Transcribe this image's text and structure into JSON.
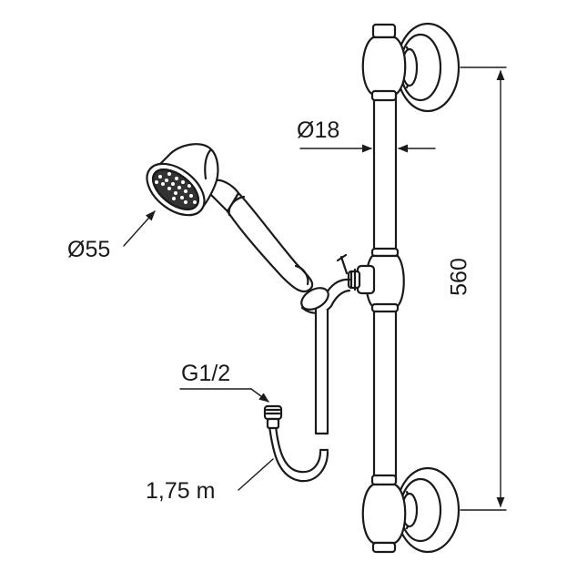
{
  "labels": {
    "bar_diameter": "Ø18",
    "head_diameter": "Ø55",
    "thread": "G1/2",
    "hose_length": "1,75 m",
    "bar_length": "560"
  },
  "colors": {
    "line": "#1a1a1a",
    "fill": "#ffffff"
  },
  "icons": [
    "arrow-head-icon"
  ]
}
